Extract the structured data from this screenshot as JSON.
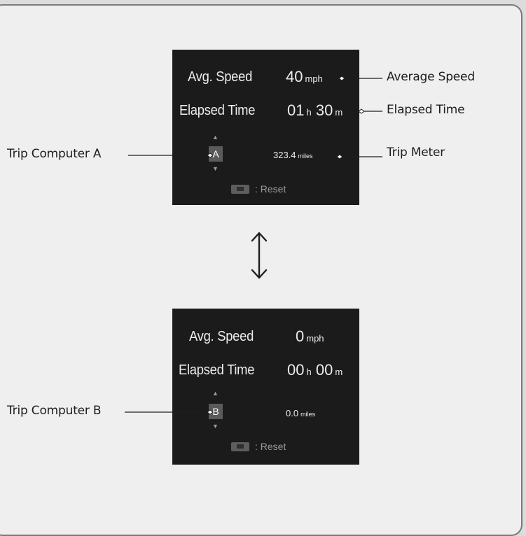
{
  "screen_a": {
    "avg_speed_label": "Avg. Speed",
    "avg_speed_value": "40",
    "avg_speed_unit": "mph",
    "elapsed_label": "Elapsed Time",
    "elapsed_hours": "01",
    "elapsed_h": "h",
    "elapsed_minutes": "30",
    "elapsed_m": "m",
    "trip_value": "323.4",
    "trip_unit": "miles",
    "letter": "A",
    "reset_label": ": Reset"
  },
  "screen_b": {
    "avg_speed_label": "Avg. Speed",
    "avg_speed_value": "0",
    "avg_speed_unit": "mph",
    "elapsed_label": "Elapsed Time",
    "elapsed_hours": "00",
    "elapsed_h": "h",
    "elapsed_minutes": "00",
    "elapsed_m": "m",
    "trip_value": "0.0",
    "trip_unit": "miles",
    "letter": "B",
    "reset_label": ": Reset"
  },
  "callouts": {
    "average_speed": "Average Speed",
    "elapsed_time": "Elapsed Time",
    "trip_meter": "Trip Meter",
    "trip_computer_a": "Trip Computer A",
    "trip_computer_b": "Trip Computer B"
  },
  "icons": {
    "switch_arrow": "double-vertical-arrow-icon",
    "reset_button": "steering-wheel-button-icon",
    "scroll_up": "triangle-up-icon",
    "scroll_down": "triangle-down-icon"
  },
  "colors": {
    "screen_bg": "#1b1b1b",
    "panel_bg": "#efefef",
    "letter_box": "#5a5a5a"
  }
}
